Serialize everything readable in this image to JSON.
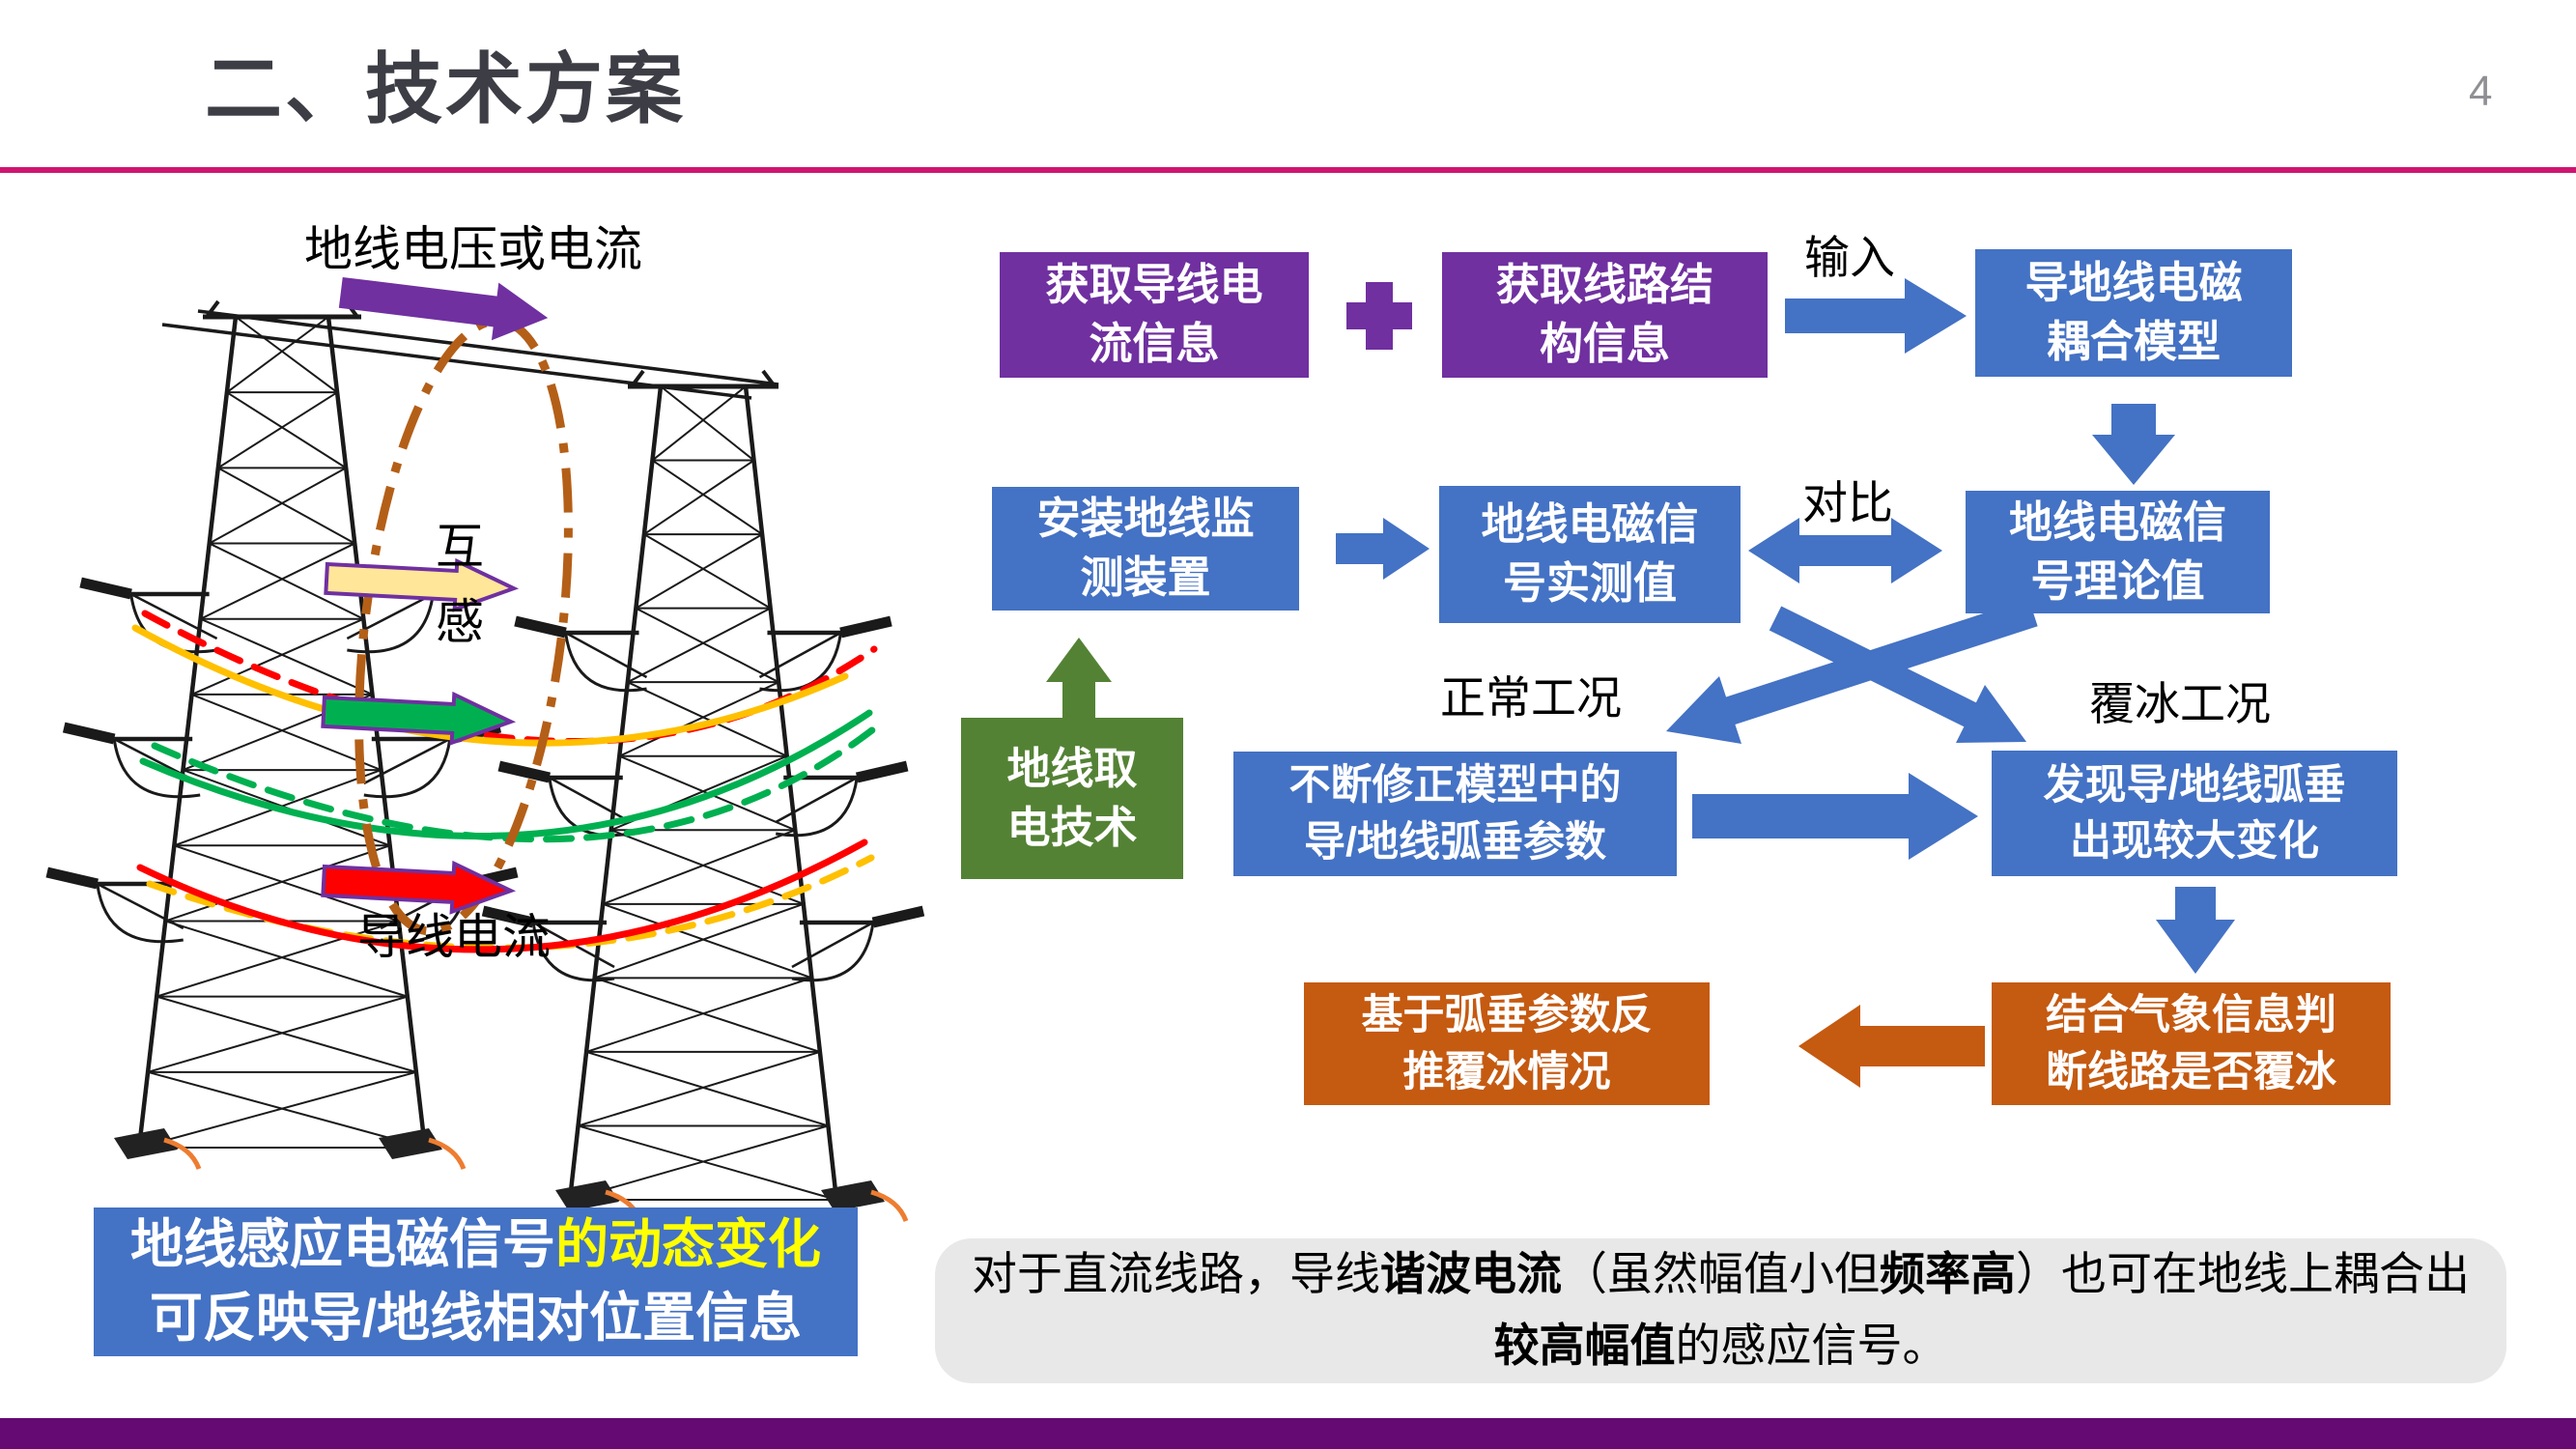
{
  "header": {
    "title": "二、技术方案",
    "page_number": "4"
  },
  "colors": {
    "accent_purple": "#7030A0",
    "accent_blue": "#4472C4",
    "accent_green": "#548235",
    "accent_orange": "#C55A11",
    "title_rule_pink": "#cf1570",
    "footer_bar_purple": "#650973",
    "highlight_yellow": "#ffff00",
    "conductor_red": "#FF0000",
    "conductor_yellow": "#FFC000",
    "conductor_green": "#00B050",
    "mutual_ellipse_orange": "#B45F17"
  },
  "illustration": {
    "top_label": "地线电压或电流",
    "mutual_label": "互\n感",
    "bottom_label": "导线电流"
  },
  "flowchart": {
    "row1": {
      "box_conductor_info": "获取导线电\n流信息",
      "plus": "+",
      "box_structure_info": "获取线路结\n构信息",
      "label_input": "输入",
      "box_coupling_model": "导地线电磁\n耦合模型"
    },
    "row2": {
      "box_install_monitor": "安装地线监\n测装置",
      "box_measured_value": "地线电磁信\n号实测值",
      "label_compare": "对比",
      "box_theoretical_value": "地线电磁信\n号理论值",
      "box_power_tapping": "地线取\n电技术"
    },
    "row3": {
      "label_normal_condition": "正常工况",
      "label_icing_condition": "覆冰工况",
      "box_correct_model": "不断修正模型中的\n导/地线弧垂参数",
      "box_found_change": "发现导/地线弧垂\n出现较大变化"
    },
    "row4": {
      "box_infer_icing": "基于弧垂参数反\n推覆冰情况",
      "box_judge_icing": "结合气象信息判\n断线路是否覆冰"
    }
  },
  "caption": {
    "line1_white": "地线感应电磁信号",
    "line1_yellow": "的动态变化",
    "line2": "可反映导/地线相对位置信息"
  },
  "note": {
    "segments": [
      {
        "text": "对于直流线路，导线",
        "bold": false
      },
      {
        "text": "谐波电流",
        "bold": true
      },
      {
        "text": "（虽然幅值小但",
        "bold": false
      },
      {
        "text": "频率高",
        "bold": true
      },
      {
        "text": "）也可在地线上耦合出",
        "bold": false
      },
      {
        "text": "较高幅值",
        "bold": true
      },
      {
        "text": "的感应信号。",
        "bold": false
      }
    ]
  }
}
